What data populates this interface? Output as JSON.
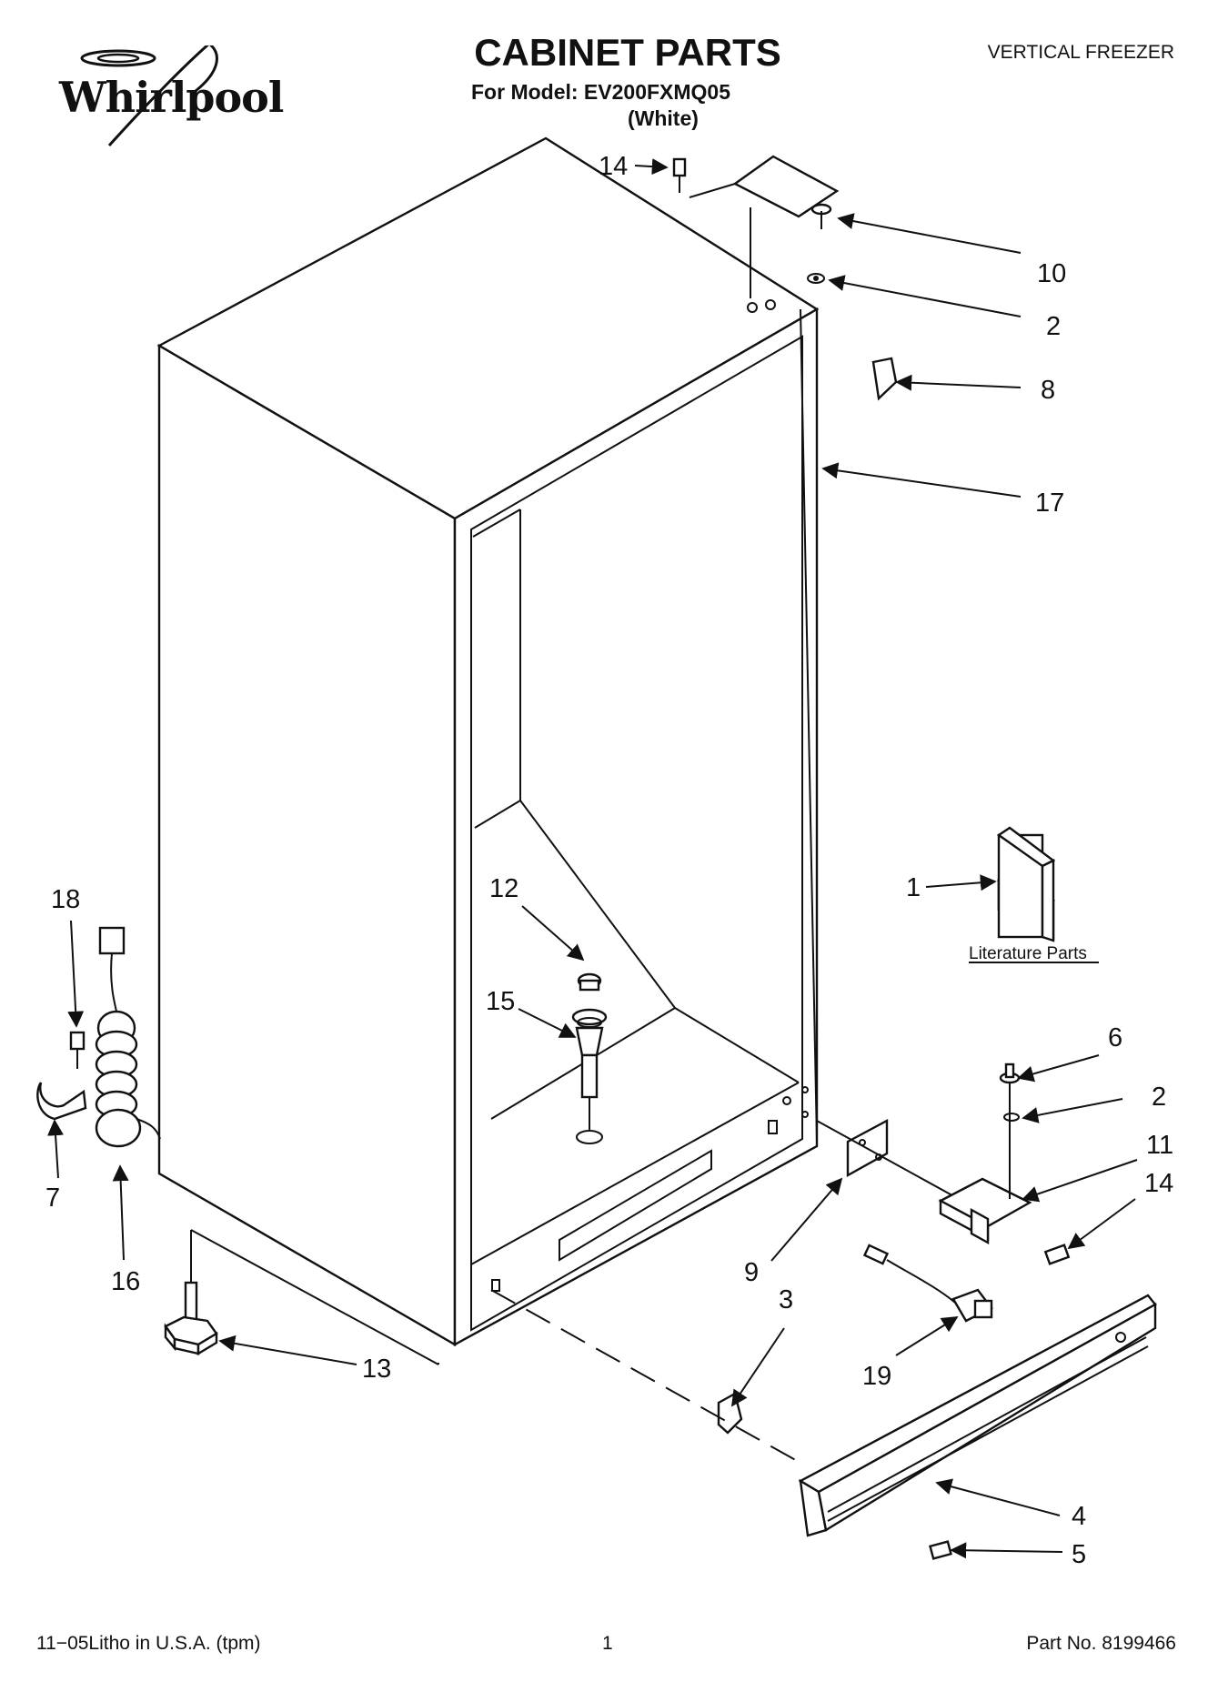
{
  "header": {
    "brand": "Whirlpool",
    "title": "CABINET PARTS",
    "model_line": "For Model: EV200FXMQ05",
    "color_line": "(White)",
    "product_type": "VERTICAL FREEZER"
  },
  "callouts": {
    "c14_top": "14",
    "c10": "10",
    "c2_top": "2",
    "c8": "8",
    "c17": "17",
    "c1": "1",
    "c18": "18",
    "c12": "12",
    "c15": "15",
    "c6": "6",
    "c2_low": "2",
    "c11": "11",
    "c14_low": "14",
    "c7": "7",
    "c9": "9",
    "c16": "16",
    "c3": "3",
    "c19": "19",
    "c13": "13",
    "c4": "4",
    "c5": "5"
  },
  "literature_caption": "Literature Parts",
  "footer": {
    "litho": "11−05Litho in U.S.A. (tpm)",
    "page": "1",
    "part_no": "Part No. 8199466"
  }
}
